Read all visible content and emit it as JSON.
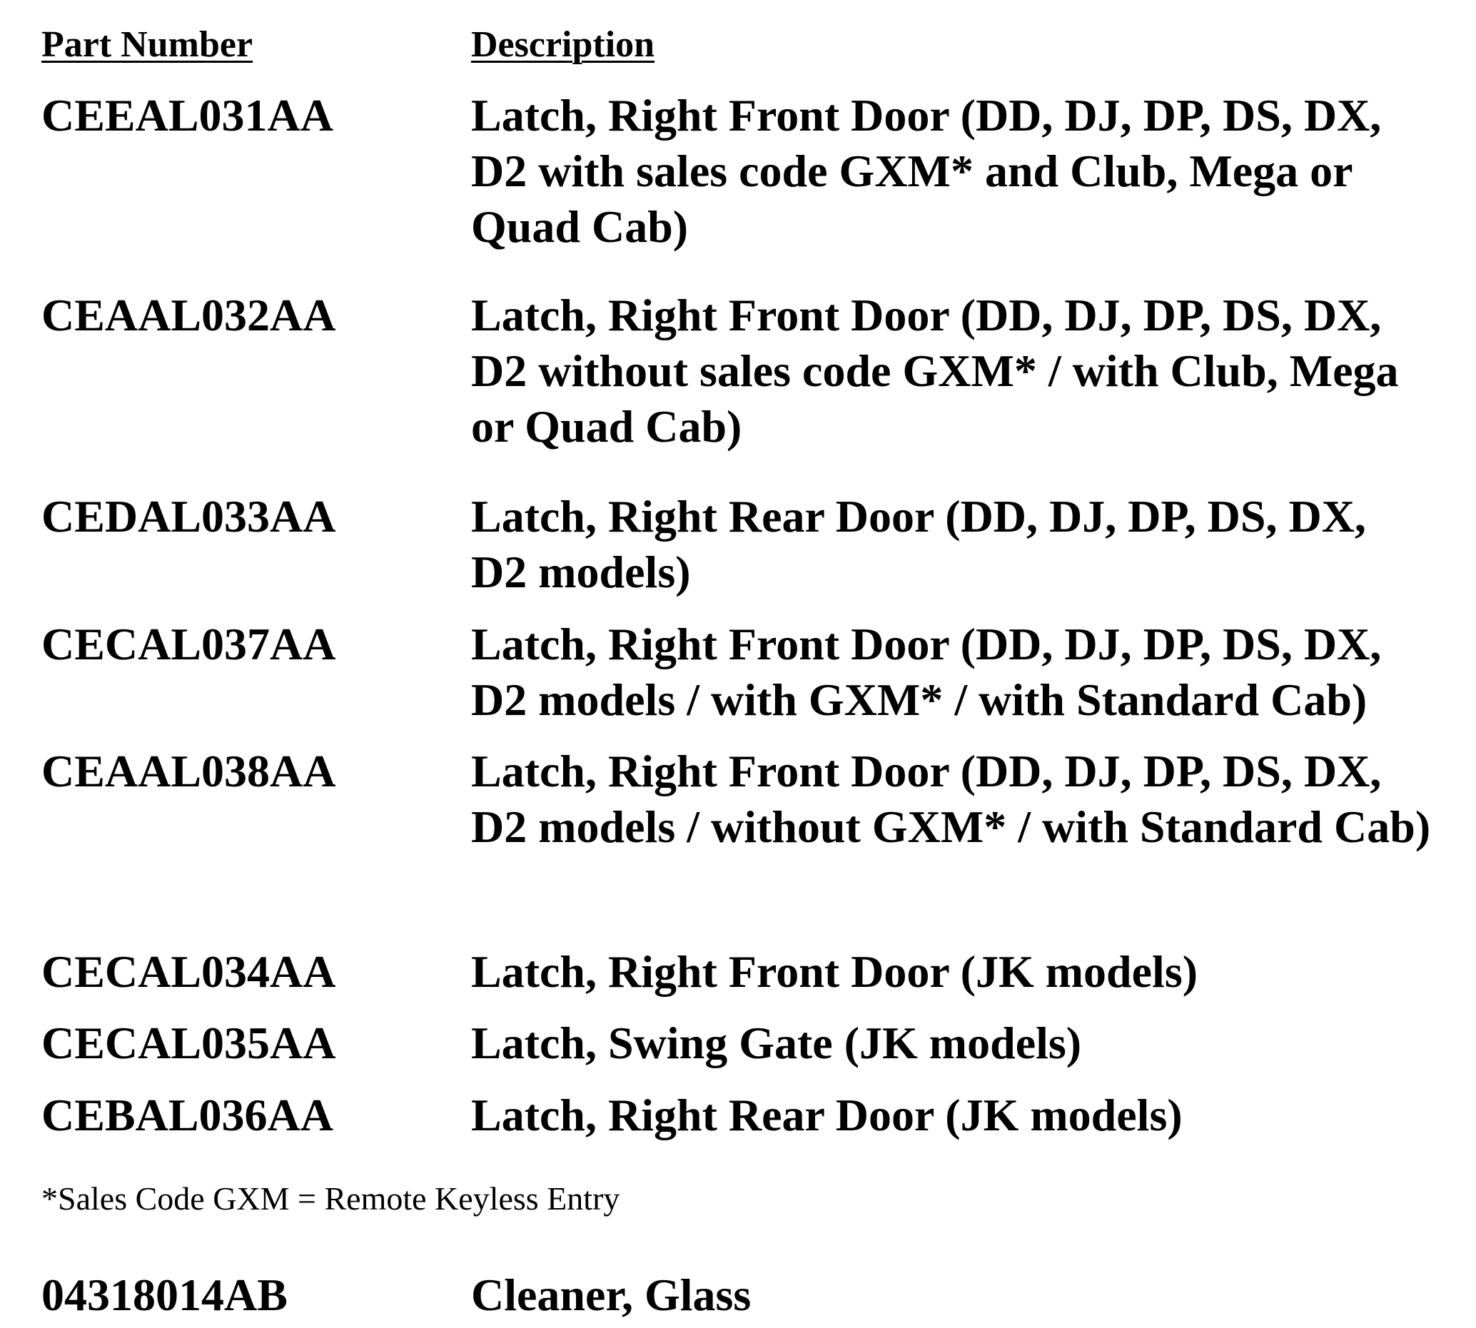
{
  "header": {
    "part_number": "Part Number",
    "description": "Description"
  },
  "parts": [
    {
      "part_number": "CEEAL031AA",
      "description_lines": [
        "Latch, Right Front Door (DD, DJ, DP, DS, DX,",
        "D2 with sales code GXM* and Club, Mega or",
        "Quad Cab)"
      ]
    },
    {
      "part_number": "CEAAL032AA",
      "description_lines": [
        "Latch, Right Front Door (DD, DJ, DP, DS, DX,",
        "D2 without sales code GXM* / with Club, Mega",
        "or Quad Cab)"
      ]
    },
    {
      "part_number": "CEDAL033AA",
      "description_lines": [
        "Latch, Right Rear Door (DD, DJ, DP, DS, DX,",
        "D2 models)"
      ]
    },
    {
      "part_number": "CECAL037AA",
      "description_lines": [
        "Latch, Right Front Door (DD, DJ, DP, DS, DX,",
        "D2 models / with GXM* / with Standard Cab)"
      ]
    },
    {
      "part_number": "CEAAL038AA",
      "description_lines": [
        "Latch, Right Front Door (DD, DJ, DP, DS, DX,",
        "D2 models / without GXM* / with Standard Cab)"
      ]
    },
    {
      "part_number": "CECAL034AA",
      "description_lines": [
        "Latch, Right Front Door (JK models)"
      ]
    },
    {
      "part_number": "CECAL035AA",
      "description_lines": [
        "Latch, Swing Gate (JK models)"
      ]
    },
    {
      "part_number": "CEBAL036AA",
      "description_lines": [
        "Latch, Right Rear Door (JK models)"
      ]
    }
  ],
  "footnote": "*Sales Code GXM = Remote Keyless Entry",
  "extra_part": {
    "part_number": "04318014AB",
    "description_lines": [
      "Cleaner, Glass"
    ]
  }
}
